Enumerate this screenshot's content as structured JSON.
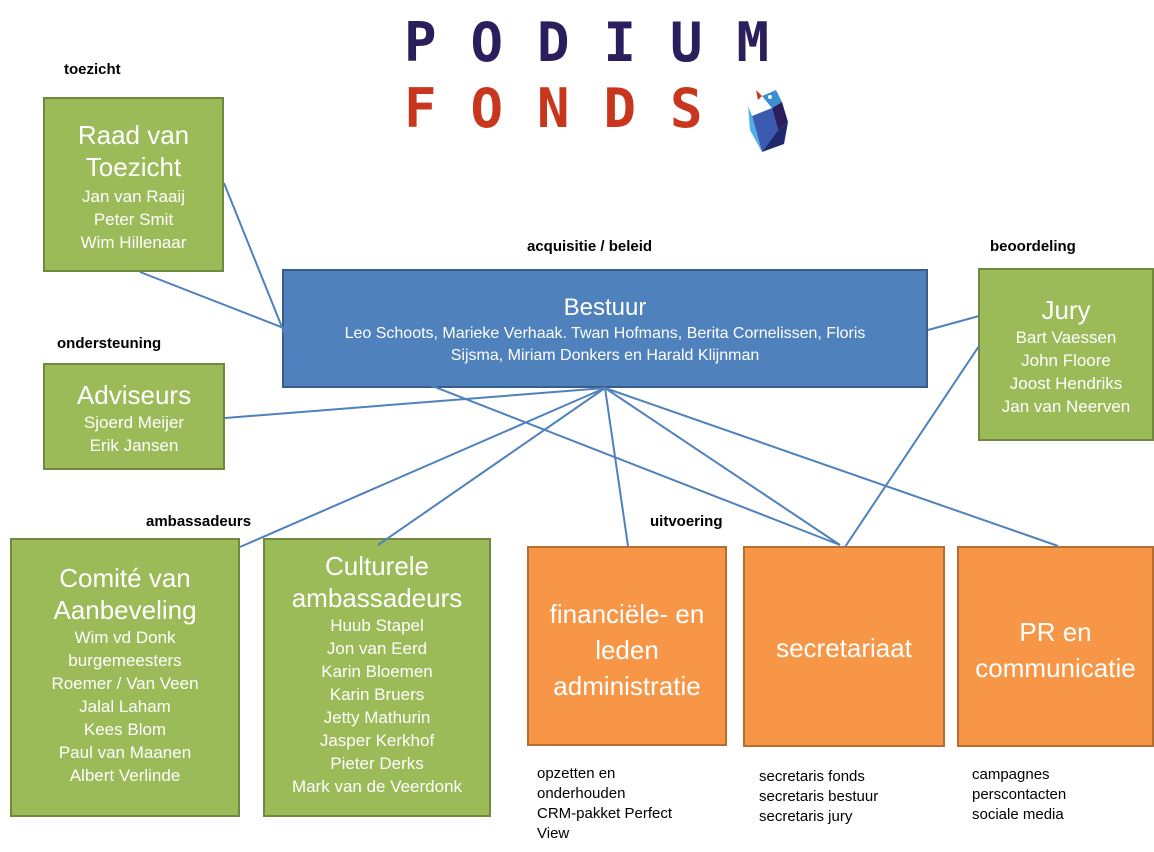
{
  "logo": {
    "line1": "PODIUM",
    "line2": "FONDS",
    "line1_color": "#2a1f5c",
    "line2_color": "#c8361e",
    "mascot_icon": "bird-icon"
  },
  "sections": {
    "toezicht": "toezicht",
    "acquisitie": "acquisitie / beleid",
    "beoordeling": "beoordeling",
    "ondersteuning": "ondersteuning",
    "ambassadeurs": "ambassadeurs",
    "uitvoering": "uitvoering"
  },
  "boxes": {
    "raad": {
      "title": [
        "Raad van",
        "Toezicht"
      ],
      "members": [
        "Jan van Raaij",
        "Peter Smit",
        "Wim Hillenaar"
      ]
    },
    "bestuur": {
      "title": "Bestuur",
      "members": [
        "Leo Schoots, Marieke Verhaak. Twan Hofmans, Berita Cornelissen, Floris",
        "Sijsma, Miriam Donkers en Harald Klijnman"
      ]
    },
    "jury": {
      "title": "Jury",
      "members": [
        "Bart Vaessen",
        "John Floore",
        "Joost Hendriks",
        "Jan van Neerven"
      ]
    },
    "adviseurs": {
      "title": "Adviseurs",
      "members": [
        "Sjoerd Meijer",
        "Erik Jansen"
      ]
    },
    "comite": {
      "title": [
        "Comité van",
        "Aanbeveling"
      ],
      "members": [
        "Wim vd Donk",
        "burgemeesters",
        "Roemer / Van Veen",
        "Jalal Laham",
        "Kees Blom",
        "Paul van Maanen",
        "Albert Verlinde"
      ]
    },
    "culturele": {
      "title": [
        "Culturele",
        "ambassadeurs"
      ],
      "members": [
        "Huub Stapel",
        "Jon van Eerd",
        "Karin Bloemen",
        "Karin Bruers",
        "Jetty Mathurin",
        "Jasper Kerkhof",
        "Pieter Derks",
        "Mark van de Veerdonk"
      ]
    },
    "financieel": {
      "title": [
        "financiële- en",
        "leden",
        "administratie"
      ]
    },
    "secretariaat": {
      "title": "secretariaat"
    },
    "pr": {
      "title": [
        "PR en",
        "communicatie"
      ]
    }
  },
  "notes": {
    "financieel": [
      "opzetten en",
      "onderhouden",
      "CRM-pakket Perfect",
      "View"
    ],
    "secretariaat": [
      "secretaris fonds",
      "secretaris bestuur",
      "secretaris jury"
    ],
    "pr": [
      "campagnes",
      "perscontacten",
      "sociale media"
    ]
  },
  "colors": {
    "green": "#9bbb59",
    "blue": "#4f81bd",
    "orange": "#f79646",
    "connector": "#4f81bd"
  }
}
